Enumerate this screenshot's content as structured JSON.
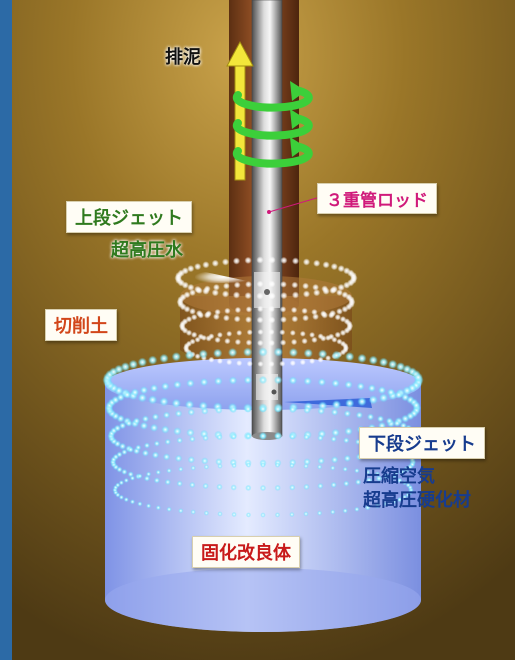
{
  "labels": {
    "haidei": "排泥",
    "rod": "３重管ロッド",
    "upper_jet": "上段ジェット",
    "upper_fluid": "超高圧水",
    "cut_soil": "切削土",
    "lower_jet": "下段ジェット",
    "lower_air": "圧縮空気",
    "lower_hardener": "超高圧硬化材",
    "body": "固化改良体"
  },
  "colors": {
    "soil": "#8a6a22",
    "upper_jet_text": "#2f7a1e",
    "rod_text": "#d0197a",
    "cut_soil_text": "#d2461a",
    "lower_text": "#173c8e",
    "body_text": "#c81a1a",
    "arrow_yellow": "#f3e63a",
    "rotation_green": "#3ccf3a"
  },
  "icons": [
    "up-arrow-icon",
    "rotation-arrow-icon"
  ]
}
